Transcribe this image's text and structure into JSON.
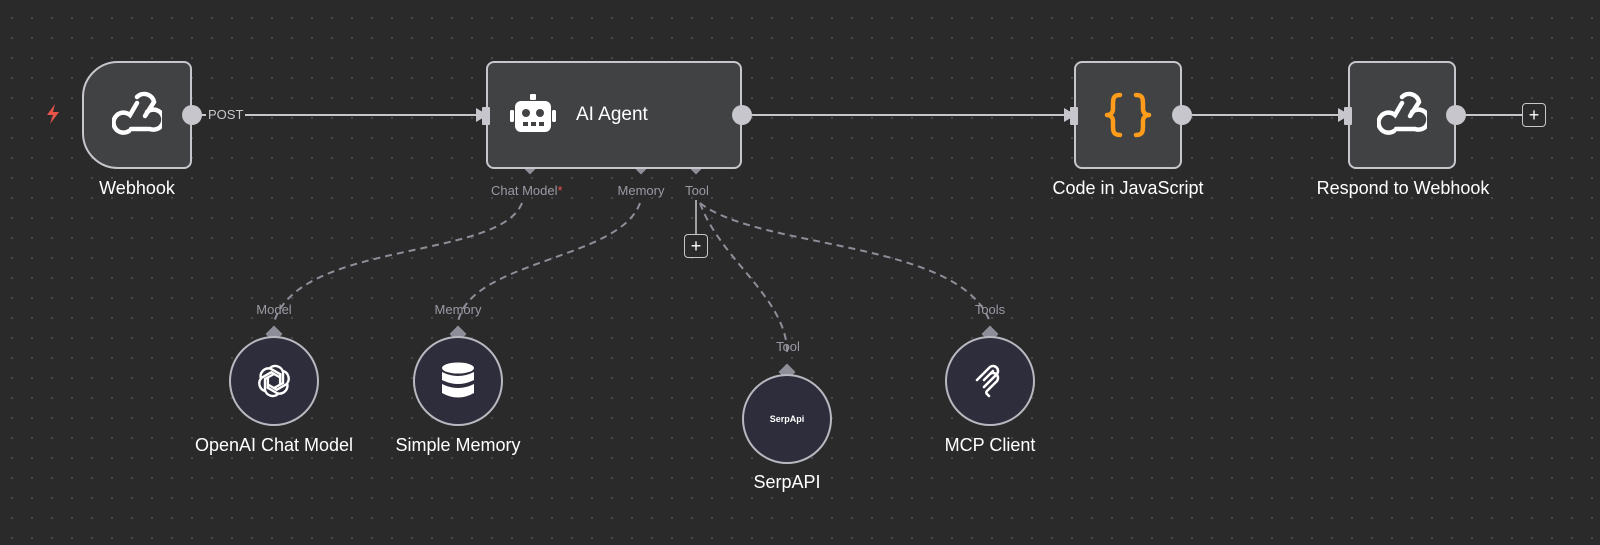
{
  "trigger_icon": "lightning-bolt-icon",
  "colors": {
    "canvas": "#2a2a2b",
    "node_fill": "#414244",
    "node_border": "#c6c6cc",
    "sub_node_fill": "#2e2d3b",
    "connection": "#c6c6cc",
    "dashed": "#8e8e99",
    "trigger_accent": "#e8534a",
    "code_accent": "#ff9c1a",
    "required": "#e8534a"
  },
  "nodes": {
    "webhook": {
      "title": "Webhook",
      "output_label": "POST",
      "icon": "webhook-icon"
    },
    "ai_agent": {
      "title": "AI Agent",
      "icon": "robot-icon",
      "ports": {
        "chat_model": "Chat Model",
        "chat_model_required": "*",
        "memory": "Memory",
        "tool": "Tool"
      }
    },
    "code": {
      "title": "Code in JavaScript",
      "icon": "curly-braces-icon"
    },
    "respond": {
      "title": "Respond to Webhook",
      "icon": "webhook-icon"
    },
    "openai": {
      "title": "OpenAI Chat Model",
      "port_label": "Model",
      "icon": "openai-icon"
    },
    "memory": {
      "title": "Simple Memory",
      "port_label": "Memory",
      "icon": "database-icon"
    },
    "serpapi": {
      "title": "SerpAPI",
      "port_label": "Tool",
      "icon_text": "SerpApi"
    },
    "mcp": {
      "title": "MCP Client",
      "port_label": "Tools",
      "icon": "mcp-icon"
    }
  },
  "buttons": {
    "add_symbol": "+"
  }
}
